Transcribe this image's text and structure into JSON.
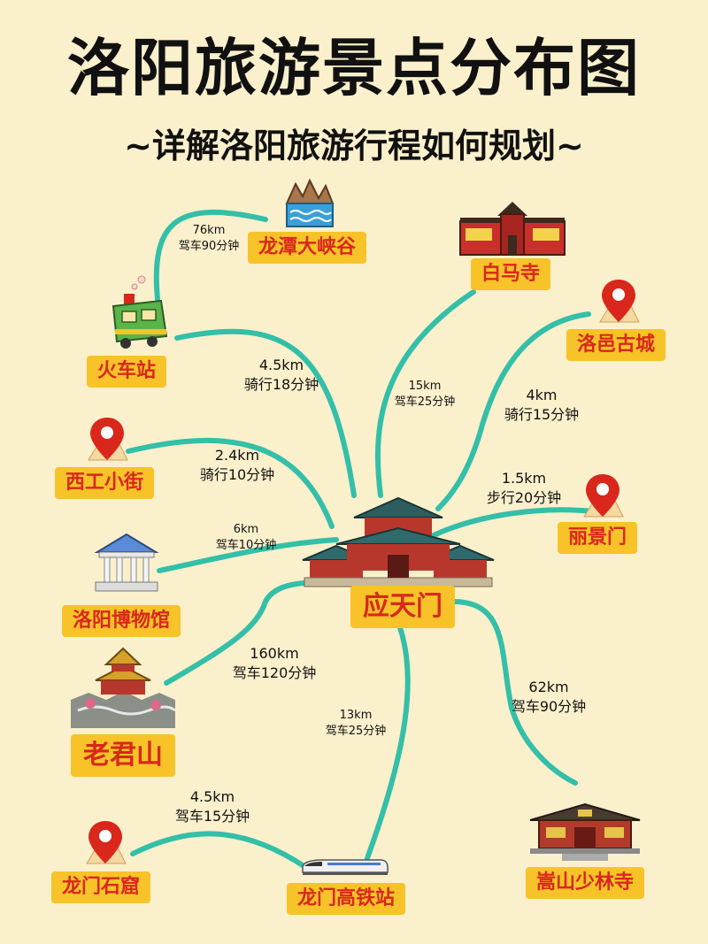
{
  "title": "洛阳旅游景点分布图",
  "subtitle": "~详解洛阳旅游行程如何规划~",
  "colors": {
    "route": "#33bfa8",
    "label_bg": "#f7c328",
    "label_text": "#d9271c",
    "background": "#fbf0cc"
  },
  "center": {
    "name": "应天门",
    "icon": "palace-icon"
  },
  "places": [
    {
      "name": "龙潭大峡谷",
      "icon": "canyon-icon"
    },
    {
      "name": "火车站",
      "icon": "train-icon"
    },
    {
      "name": "白马寺",
      "icon": "temple-icon"
    },
    {
      "name": "洛邑古城",
      "icon": "map-pin-icon"
    },
    {
      "name": "西工小街",
      "icon": "map-pin-icon"
    },
    {
      "name": "丽景门",
      "icon": "map-pin-icon"
    },
    {
      "name": "洛阳博物馆",
      "icon": "museum-icon"
    },
    {
      "name": "老君山",
      "icon": "mountain-temple-icon"
    },
    {
      "name": "龙门石窟",
      "icon": "map-pin-icon"
    },
    {
      "name": "龙门高铁站",
      "icon": "high-speed-train-icon"
    },
    {
      "name": "嵩山少林寺",
      "icon": "shaolin-temple-icon"
    }
  ],
  "routes": [
    {
      "from": "火车站",
      "to": "龙潭大峡谷",
      "distance": "76km",
      "time": "驾车90分钟"
    },
    {
      "from": "应天门",
      "to": "火车站",
      "distance": "4.5km",
      "time": "骑行18分钟"
    },
    {
      "from": "应天门",
      "to": "白马寺",
      "distance": "15km",
      "time": "驾车25分钟"
    },
    {
      "from": "应天门",
      "to": "洛邑古城",
      "distance": "4km",
      "time": "骑行15分钟"
    },
    {
      "from": "应天门",
      "to": "西工小街",
      "distance": "2.4km",
      "time": "骑行10分钟"
    },
    {
      "from": "应天门",
      "to": "丽景门",
      "distance": "1.5km",
      "time": "步行20分钟"
    },
    {
      "from": "应天门",
      "to": "洛阳博物馆",
      "distance": "6km",
      "time": "驾车10分钟"
    },
    {
      "from": "应天门",
      "to": "老君山",
      "distance": "160km",
      "time": "驾车120分钟"
    },
    {
      "from": "应天门",
      "to": "龙门高铁站",
      "distance": "13km",
      "time": "驾车25分钟"
    },
    {
      "from": "应天门",
      "to": "嵩山少林寺",
      "distance": "62km",
      "time": "驾车90分钟"
    },
    {
      "from": "龙门高铁站",
      "to": "龙门石窟",
      "distance": "4.5km",
      "time": "驾车15分钟"
    }
  ]
}
